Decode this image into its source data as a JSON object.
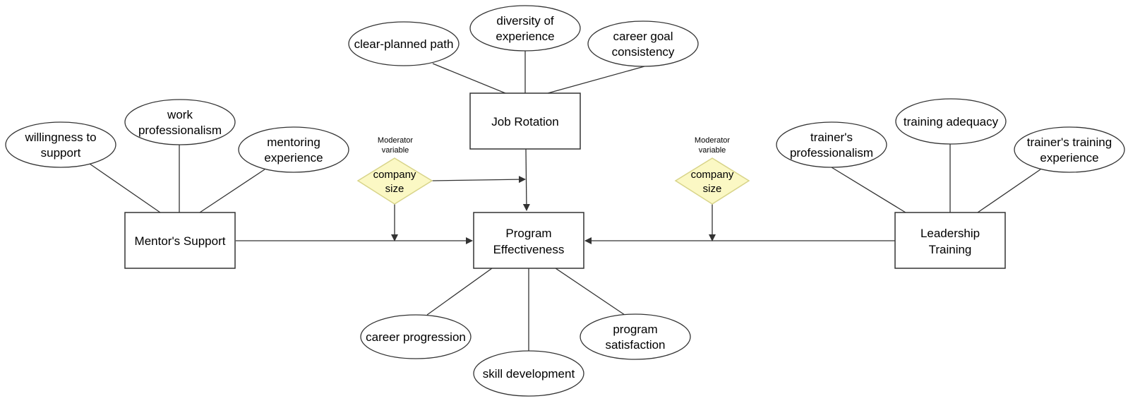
{
  "colors": {
    "stroke": "#333333",
    "node_fill": "#ffffff",
    "moderator_fill": "#fbf8c4",
    "moderator_stroke": "#d8d48a",
    "text": "#000000"
  },
  "constructs": {
    "job_rotation": "Job Rotation",
    "mentor_support": "Mentor's Support",
    "program_effectiveness": [
      "Program",
      "Effectiveness"
    ],
    "leadership_training": [
      "Leadership",
      "Training"
    ]
  },
  "job_rotation_items": {
    "clear_planned_path": [
      "clear-planned path"
    ],
    "diversity_of_experience": [
      "diversity of",
      "experience"
    ],
    "career_goal_consistency": [
      "career goal",
      "consistency"
    ]
  },
  "mentor_items": {
    "willingness_to_support": [
      "willingness to",
      "support"
    ],
    "work_professionalism": [
      "work",
      "professionalism"
    ],
    "mentoring_experience": [
      "mentoring",
      "experience"
    ]
  },
  "leadership_items": {
    "trainers_professionalism": [
      "trainer's",
      "professionalism"
    ],
    "training_adequacy": [
      "training adequacy"
    ],
    "trainers_training_experience": [
      "trainer's training",
      "experience"
    ]
  },
  "outcome_items": {
    "career_progression": [
      "career progression"
    ],
    "skill_development": [
      "skill development"
    ],
    "program_satisfaction": [
      "program",
      "satisfaction"
    ]
  },
  "moderators": {
    "left": {
      "caption": [
        "Moderator",
        "variable"
      ],
      "label": [
        "company",
        "size"
      ]
    },
    "right": {
      "caption": [
        "Moderator",
        "variable"
      ],
      "label": [
        "company",
        "size"
      ]
    }
  }
}
